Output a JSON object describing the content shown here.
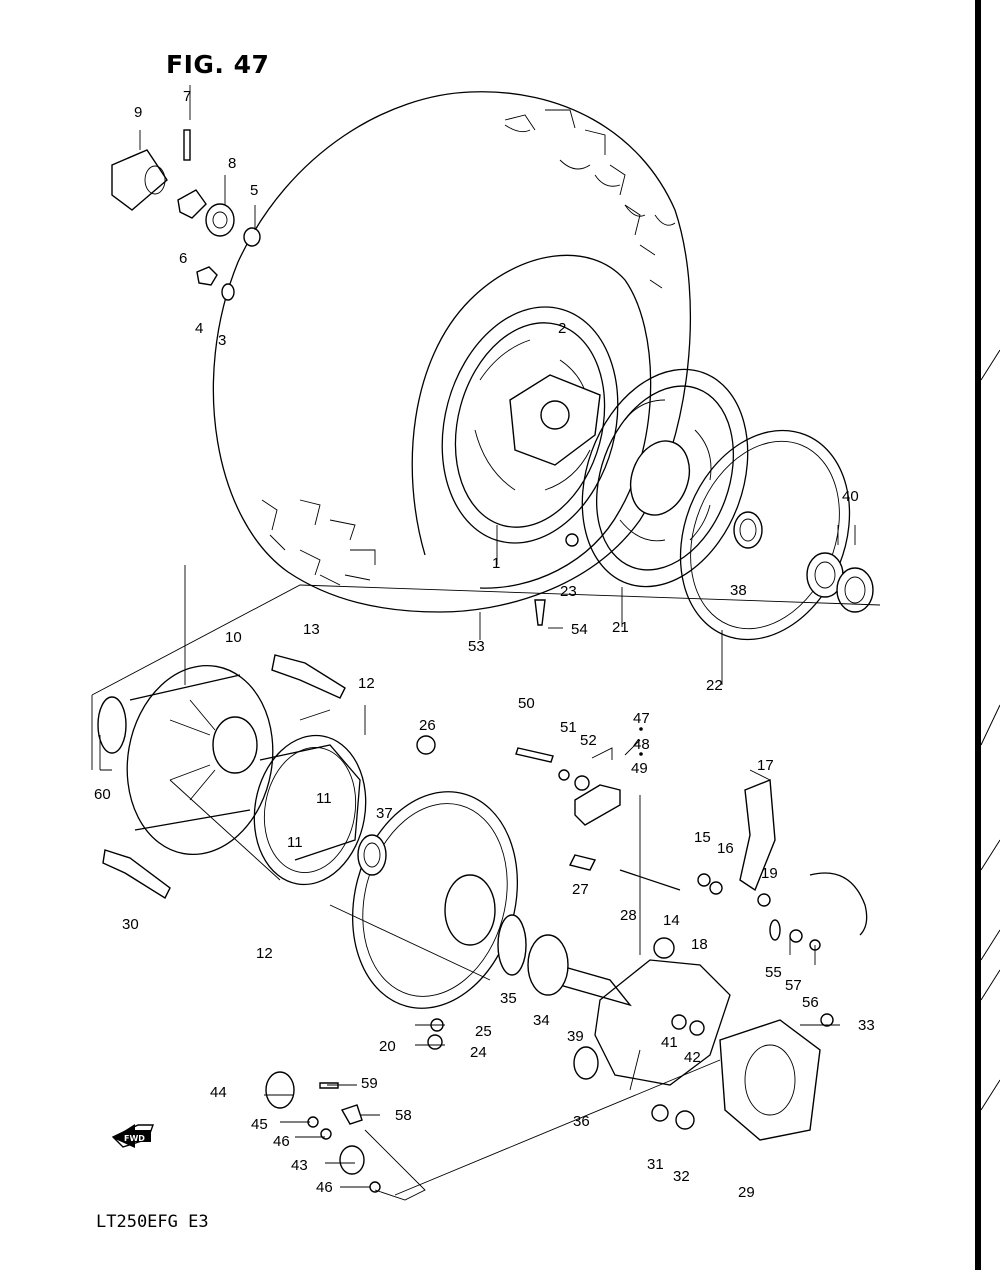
{
  "figure": {
    "title": "FIG. 47",
    "model_code": "LT250EFG  E3"
  },
  "direction_badge": "FWD",
  "callouts": [
    {
      "label": "1"
    },
    {
      "label": "2"
    },
    {
      "label": "3"
    },
    {
      "label": "4"
    },
    {
      "label": "5"
    },
    {
      "label": "6"
    },
    {
      "label": "7"
    },
    {
      "label": "8"
    },
    {
      "label": "9"
    },
    {
      "label": "10"
    },
    {
      "label": "11"
    },
    {
      "label": "11"
    },
    {
      "label": "12"
    },
    {
      "label": "12"
    },
    {
      "label": "13"
    },
    {
      "label": "14"
    },
    {
      "label": "15"
    },
    {
      "label": "16"
    },
    {
      "label": "17"
    },
    {
      "label": "18"
    },
    {
      "label": "19"
    },
    {
      "label": "20"
    },
    {
      "label": "21"
    },
    {
      "label": "22"
    },
    {
      "label": "23"
    },
    {
      "label": "24"
    },
    {
      "label": "25"
    },
    {
      "label": "26"
    },
    {
      "label": "27"
    },
    {
      "label": "28"
    },
    {
      "label": "29"
    },
    {
      "label": "30"
    },
    {
      "label": "31"
    },
    {
      "label": "32"
    },
    {
      "label": "33"
    },
    {
      "label": "34"
    },
    {
      "label": "35"
    },
    {
      "label": "36"
    },
    {
      "label": "37"
    },
    {
      "label": "38"
    },
    {
      "label": "39"
    },
    {
      "label": "40"
    },
    {
      "label": "41"
    },
    {
      "label": "42"
    },
    {
      "label": "43"
    },
    {
      "label": "44"
    },
    {
      "label": "45"
    },
    {
      "label": "46"
    },
    {
      "label": "46"
    },
    {
      "label": "47"
    },
    {
      "label": "48"
    },
    {
      "label": "49"
    },
    {
      "label": "50"
    },
    {
      "label": "51"
    },
    {
      "label": "52"
    },
    {
      "label": "53"
    },
    {
      "label": "54"
    },
    {
      "label": "55"
    },
    {
      "label": "56"
    },
    {
      "label": "57"
    },
    {
      "label": "58"
    },
    {
      "label": "59"
    },
    {
      "label": "60"
    }
  ]
}
